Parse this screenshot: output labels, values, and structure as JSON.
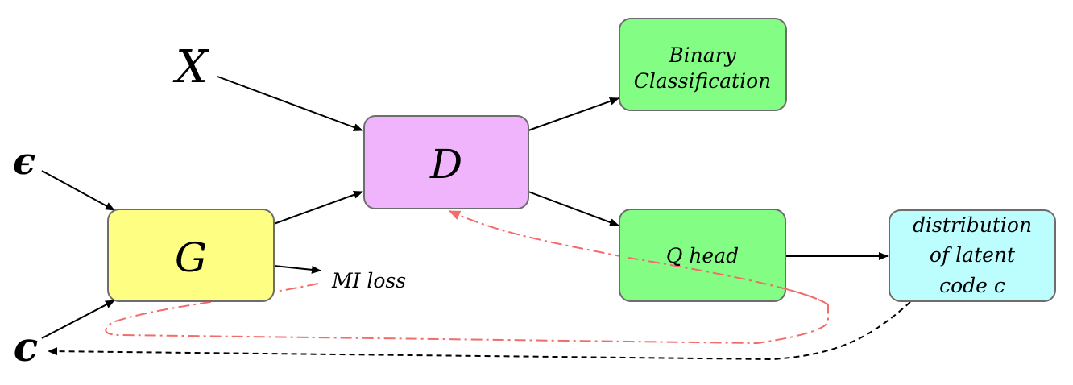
{
  "inputs": {
    "x": "X",
    "epsilon": "ϵ",
    "c": "c"
  },
  "nodes": {
    "discriminator": {
      "label": "D",
      "color": "#f0b4fc"
    },
    "generator": {
      "label": "G",
      "color": "#fdfe82"
    },
    "binary": {
      "line1": "Binary",
      "line2": "Classification",
      "color": "#83fd83"
    },
    "qhead": {
      "label": "Q head",
      "color": "#83fd83"
    },
    "distribution": {
      "line1": "distribution",
      "line2": "of latent",
      "line3": "code c",
      "color": "#bcfefe"
    }
  },
  "labels": {
    "mi_loss": "MI loss"
  },
  "colors": {
    "arrow": "#000000",
    "gradient_path": "#f26c6c",
    "box_border": "#6d6d6d"
  }
}
